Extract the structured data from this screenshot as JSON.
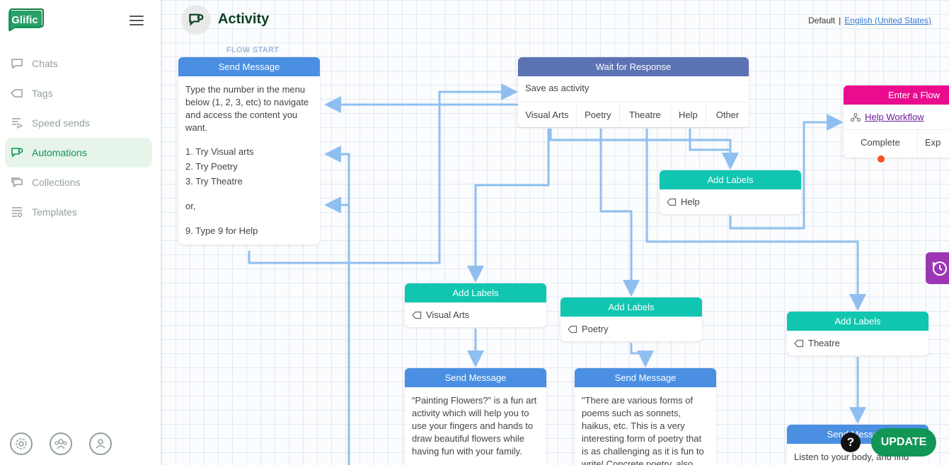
{
  "app": {
    "logo_text": "Glific"
  },
  "sidebar": {
    "items": [
      {
        "label": "Chats",
        "icon": "chat-icon"
      },
      {
        "label": "Tags",
        "icon": "tag-icon"
      },
      {
        "label": "Speed sends",
        "icon": "speed-send-icon"
      },
      {
        "label": "Automations",
        "icon": "automation-icon",
        "active": true
      },
      {
        "label": "Collections",
        "icon": "collection-icon"
      },
      {
        "label": "Templates",
        "icon": "template-icon"
      }
    ],
    "bottom": [
      "settings-icon",
      "staff-icon",
      "profile-icon"
    ]
  },
  "header": {
    "title": "Activity",
    "language_default": "Default",
    "language_separator": "|",
    "language_link": "English (United States)"
  },
  "flow": {
    "start_label": "FLOW START",
    "send1": {
      "type": "Send Message",
      "lines": [
        "Type the number in the menu below (1, 2, 3, etc) to navigate and access the content you want.",
        "1. Try Visual arts",
        "2. Try Poetry",
        "3. Try Theatre",
        "or,",
        "9. Type 9 for Help"
      ]
    },
    "wait": {
      "type": "Wait for Response",
      "save_as": "Save as activity",
      "exits": [
        "Visual Arts",
        "Poetry",
        "Theatre",
        "Help",
        "Other"
      ]
    },
    "enter_flow": {
      "type": "Enter a Flow",
      "flow_name": "Help Workflow",
      "exits": [
        "Complete",
        "Exp"
      ]
    },
    "label_help": {
      "type": "Add Labels",
      "label": "Help"
    },
    "label_visual": {
      "type": "Add Labels",
      "label": "Visual Arts"
    },
    "label_poetry": {
      "type": "Add Labels",
      "label": "Poetry"
    },
    "label_theatre": {
      "type": "Add Labels",
      "label": "Theatre"
    },
    "send_visual": {
      "type": "Send Message",
      "text": "“Painting Flowers?” is a fun art activity which will help you to use your fingers and hands to draw beautiful flowers while having fun with your family."
    },
    "send_poetry": {
      "type": "Send Message",
      "text": "\"There are various forms of poems such as sonnets, haikus, etc. This is a very interesting form of poetry that is as challenging as it is fun to write! Concrete poetry, also"
    },
    "send_theatre": {
      "type": "Send Message",
      "text": "Listen to your body, and find"
    }
  },
  "actions": {
    "help": "?",
    "update": "UPDATE"
  },
  "colors": {
    "brand_green": "#119656",
    "send_message": "#4a8fe1",
    "add_labels": "#11c6b0",
    "wait_response": "#5c73b3",
    "enter_flow": "#ea0b8e",
    "link_line": "#8fbff0"
  }
}
